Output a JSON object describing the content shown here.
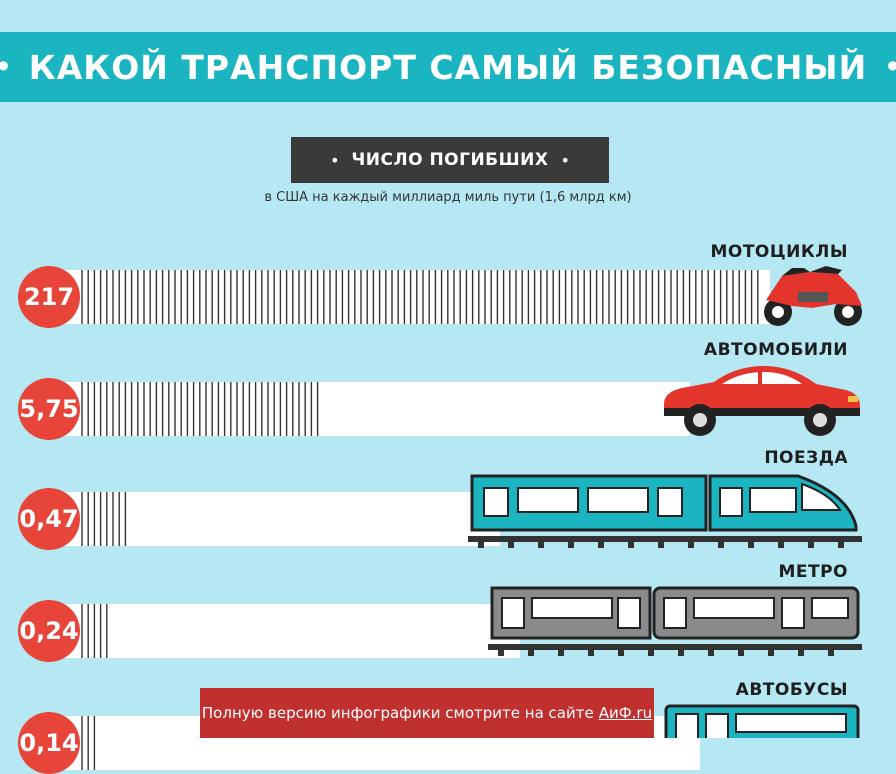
{
  "title": "КАКОЙ ТРАНСПОРТ САМЫЙ БЕЗОПАСНЫЙ",
  "subtitle": "ЧИСЛО ПОГИБШИХ",
  "note": "в США на каждый миллиард миль пути (1,6 млрд км)",
  "colors": {
    "background": "#b5e8f3",
    "title_band": "#1bb5c2",
    "circle": "#e8453a",
    "banner": "#c0302f",
    "subtitle_box": "#3a3a3a"
  },
  "chart_data": {
    "type": "bar",
    "title": "ЧИСЛО ПОГИБШИХ",
    "subtitle": "в США на каждый миллиард миль пути (1,6 млрд км)",
    "categories": [
      "МОТОЦИКЛЫ",
      "АВТОМОБИЛИ",
      "ПОЕЗДА",
      "МЕТРО",
      "АВТОБУСЫ"
    ],
    "values": [
      217,
      5.75,
      0.47,
      0.24,
      0.14
    ],
    "value_labels": [
      "217",
      "5,75",
      "0,47",
      "0,24",
      "0,14"
    ],
    "icons": [
      "motorcycle-icon",
      "car-icon",
      "train-icon",
      "metro-icon",
      "bus-icon"
    ]
  },
  "banner": {
    "text": "Полную версию инфографики смотрите на сайте",
    "site": "АиФ.ru"
  }
}
